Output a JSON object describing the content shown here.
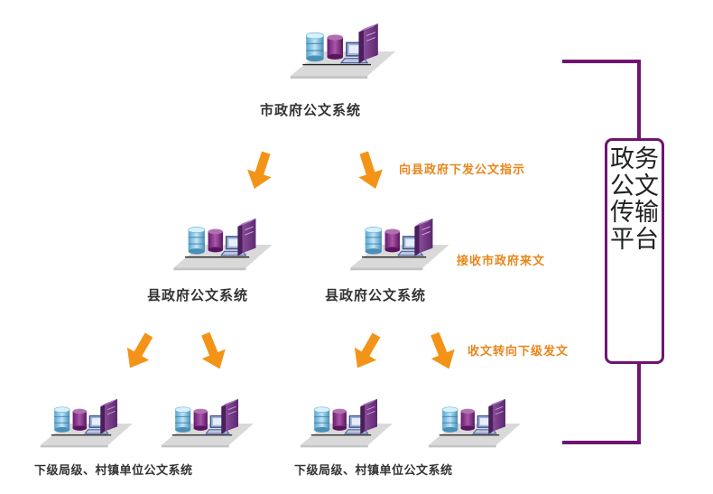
{
  "colors": {
    "arrow": "#f39419",
    "annotation_text": "#e8851a",
    "bracket": "#6f1570",
    "label": "#333333"
  },
  "nodes": {
    "city": {
      "label": "市政府公文系统",
      "icon": "server-workstation-icon"
    },
    "county_left": {
      "label": "县政府公文系统",
      "icon": "server-workstation-icon"
    },
    "county_right": {
      "label": "县政府公文系统",
      "icon": "server-workstation-icon"
    },
    "bottom_group_left": {
      "label": "下级局级、村镇单位公文系统",
      "icon": "server-workstation-icon"
    },
    "bottom_group_right": {
      "label": "下级局级、村镇单位公文系统",
      "icon": "server-workstation-icon"
    }
  },
  "annotations": {
    "issue_instruction": "向县政府下发公文指示",
    "receive_document": "接收市政府来文",
    "forward_document": "收文转向下级发文"
  },
  "platform": {
    "label": "政务公文传输平台"
  }
}
